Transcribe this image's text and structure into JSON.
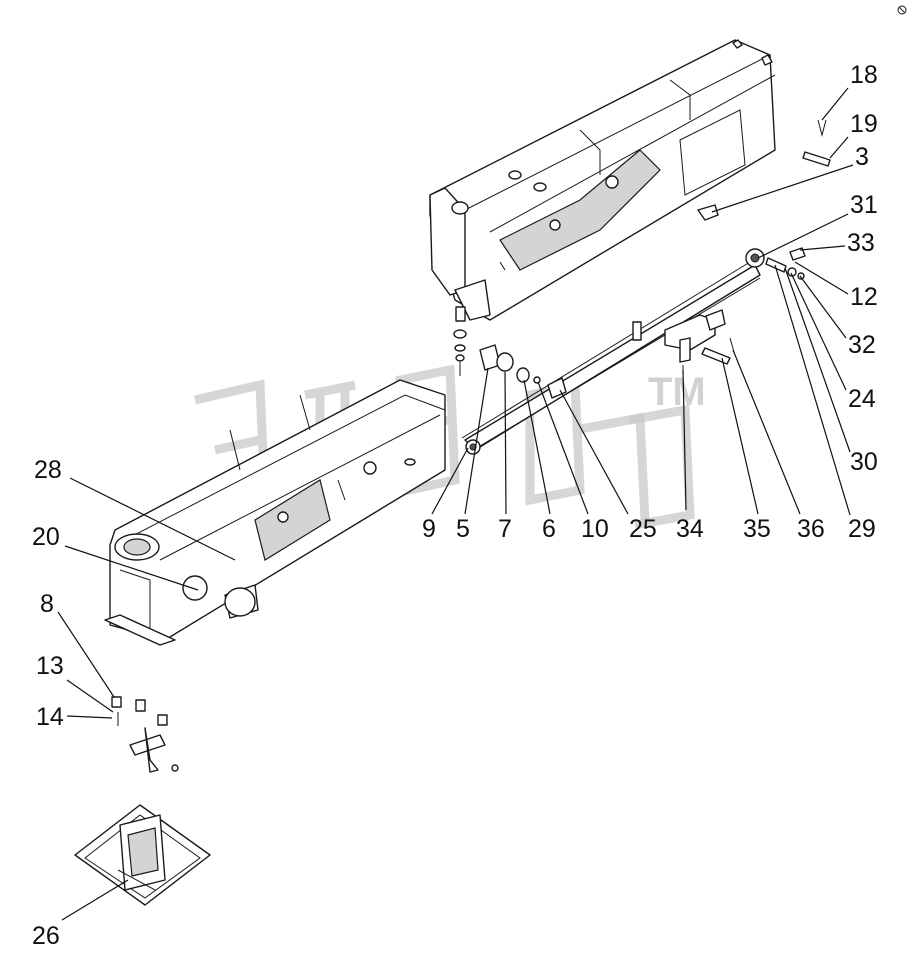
{
  "watermark": {
    "text": "ЗПЕР",
    "trademark": "TM"
  },
  "callouts": {
    "c18": "18",
    "c19": "19",
    "c3": "3",
    "c31": "31",
    "c33": "33",
    "c12": "12",
    "c32": "32",
    "c24": "24",
    "c30": "30",
    "c29": "29",
    "c36": "36",
    "c35": "35",
    "c34": "34",
    "c25": "25",
    "c10": "10",
    "c6": "6",
    "c7": "7",
    "c5": "5",
    "c9": "9",
    "c28": "28",
    "c20": "20",
    "c8": "8",
    "c13": "13",
    "c14": "14",
    "c26": "26"
  },
  "colors": {
    "line": "#1a1a1a",
    "watermark": "#c8c8c8",
    "background": "#ffffff"
  }
}
